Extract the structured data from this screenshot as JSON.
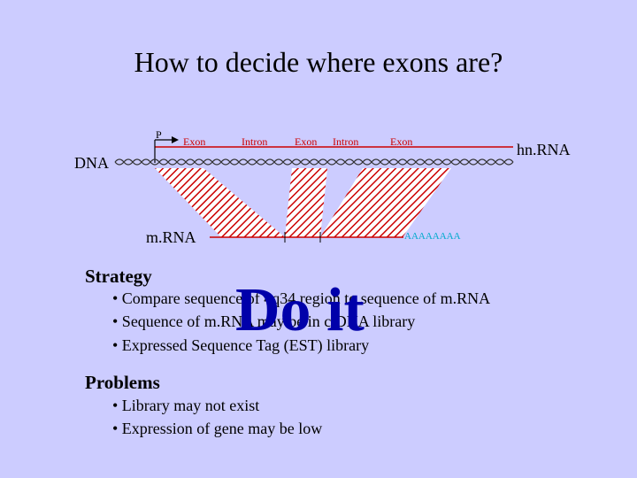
{
  "slide": {
    "title": "How to decide where exons are?",
    "colors": {
      "background": "#ccccff",
      "red": "#cc0000",
      "cyan": "#00aacc",
      "overlay": "#0000aa"
    }
  },
  "diagram": {
    "promoter_label": "P",
    "dna_label": "DNA",
    "hnrna_label": "hn.RNA",
    "mrna_label": "m.RNA",
    "polya_label": "AAAAAAAA",
    "segments": [
      "Exon",
      "Intron",
      "Exon",
      "Intron",
      "Exon"
    ]
  },
  "strategy": {
    "heading": "Strategy",
    "items": [
      "• Compare sequence of 4q34 region to sequence of m.RNA",
      "• Sequence of m.RNA may be in c.DNA library",
      "• Expressed Sequence Tag (EST) library"
    ]
  },
  "overlay_text": "Do it",
  "problems": {
    "heading": "Problems",
    "items": [
      "• Library may not exist",
      "• Expression of gene may be low"
    ]
  }
}
